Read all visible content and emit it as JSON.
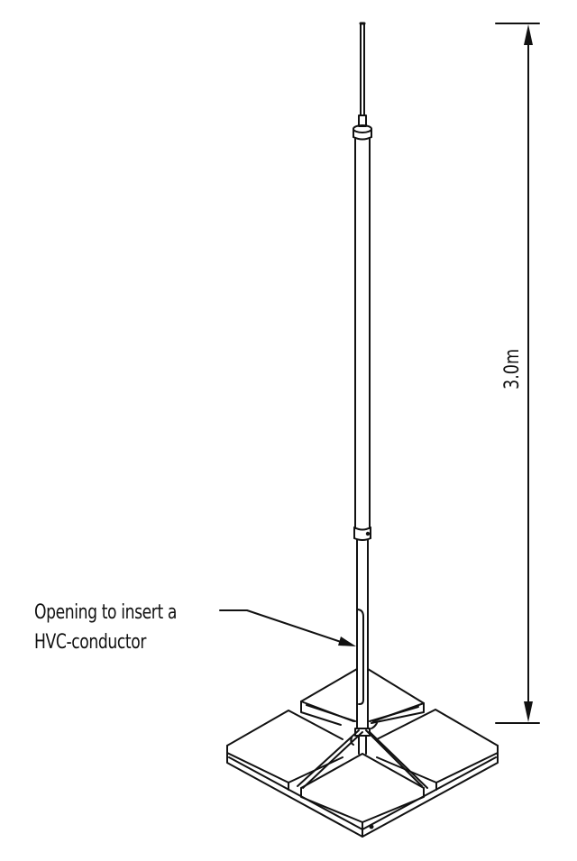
{
  "drawing": {
    "subject": "mast-on-weighted-base",
    "line_color": "#111111",
    "background": "#ffffff"
  },
  "dimension": {
    "height_label": "3.0m"
  },
  "callout": {
    "line1": "Opening to insert a",
    "line2": "HVC-conductor"
  }
}
